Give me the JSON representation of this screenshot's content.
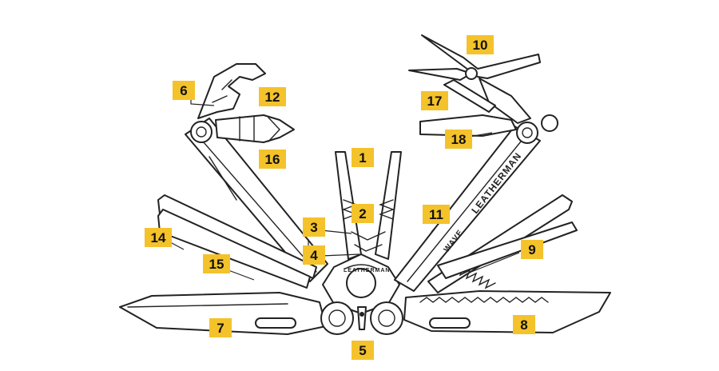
{
  "diagram": {
    "brand_text": "LEATHERMAN",
    "model_text": "WAVE",
    "callouts": [
      "1",
      "2",
      "3",
      "4",
      "5",
      "6",
      "7",
      "8",
      "9",
      "10",
      "11",
      "12",
      "14",
      "15",
      "16",
      "17",
      "18"
    ],
    "callout_color": "#f4c22b",
    "line_color": "#222222"
  }
}
